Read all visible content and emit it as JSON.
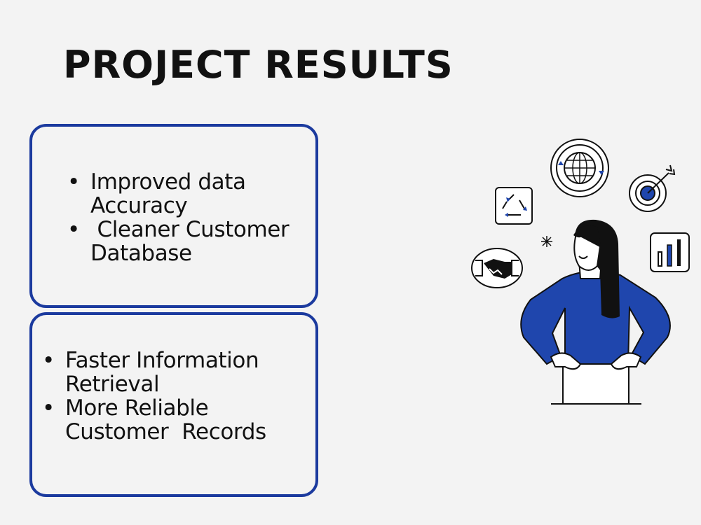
{
  "slide": {
    "title": "PROJECT RESULTS",
    "cards": [
      {
        "items": [
          "Improved data\nAccuracy",
          " Cleaner Customer\nDatabase"
        ]
      },
      {
        "items": [
          "Faster Information\nRetrieval",
          "More Reliable\nCustomer  Records"
        ]
      }
    ]
  },
  "colors": {
    "accent": "#1b3a9e",
    "background": "#f3f3f3",
    "figure_blue": "#1f46ad"
  },
  "icons": [
    "globe-icon",
    "recycle-icon",
    "target-icon",
    "bar-chart-icon",
    "handshake-icon",
    "sparkle-icon"
  ]
}
